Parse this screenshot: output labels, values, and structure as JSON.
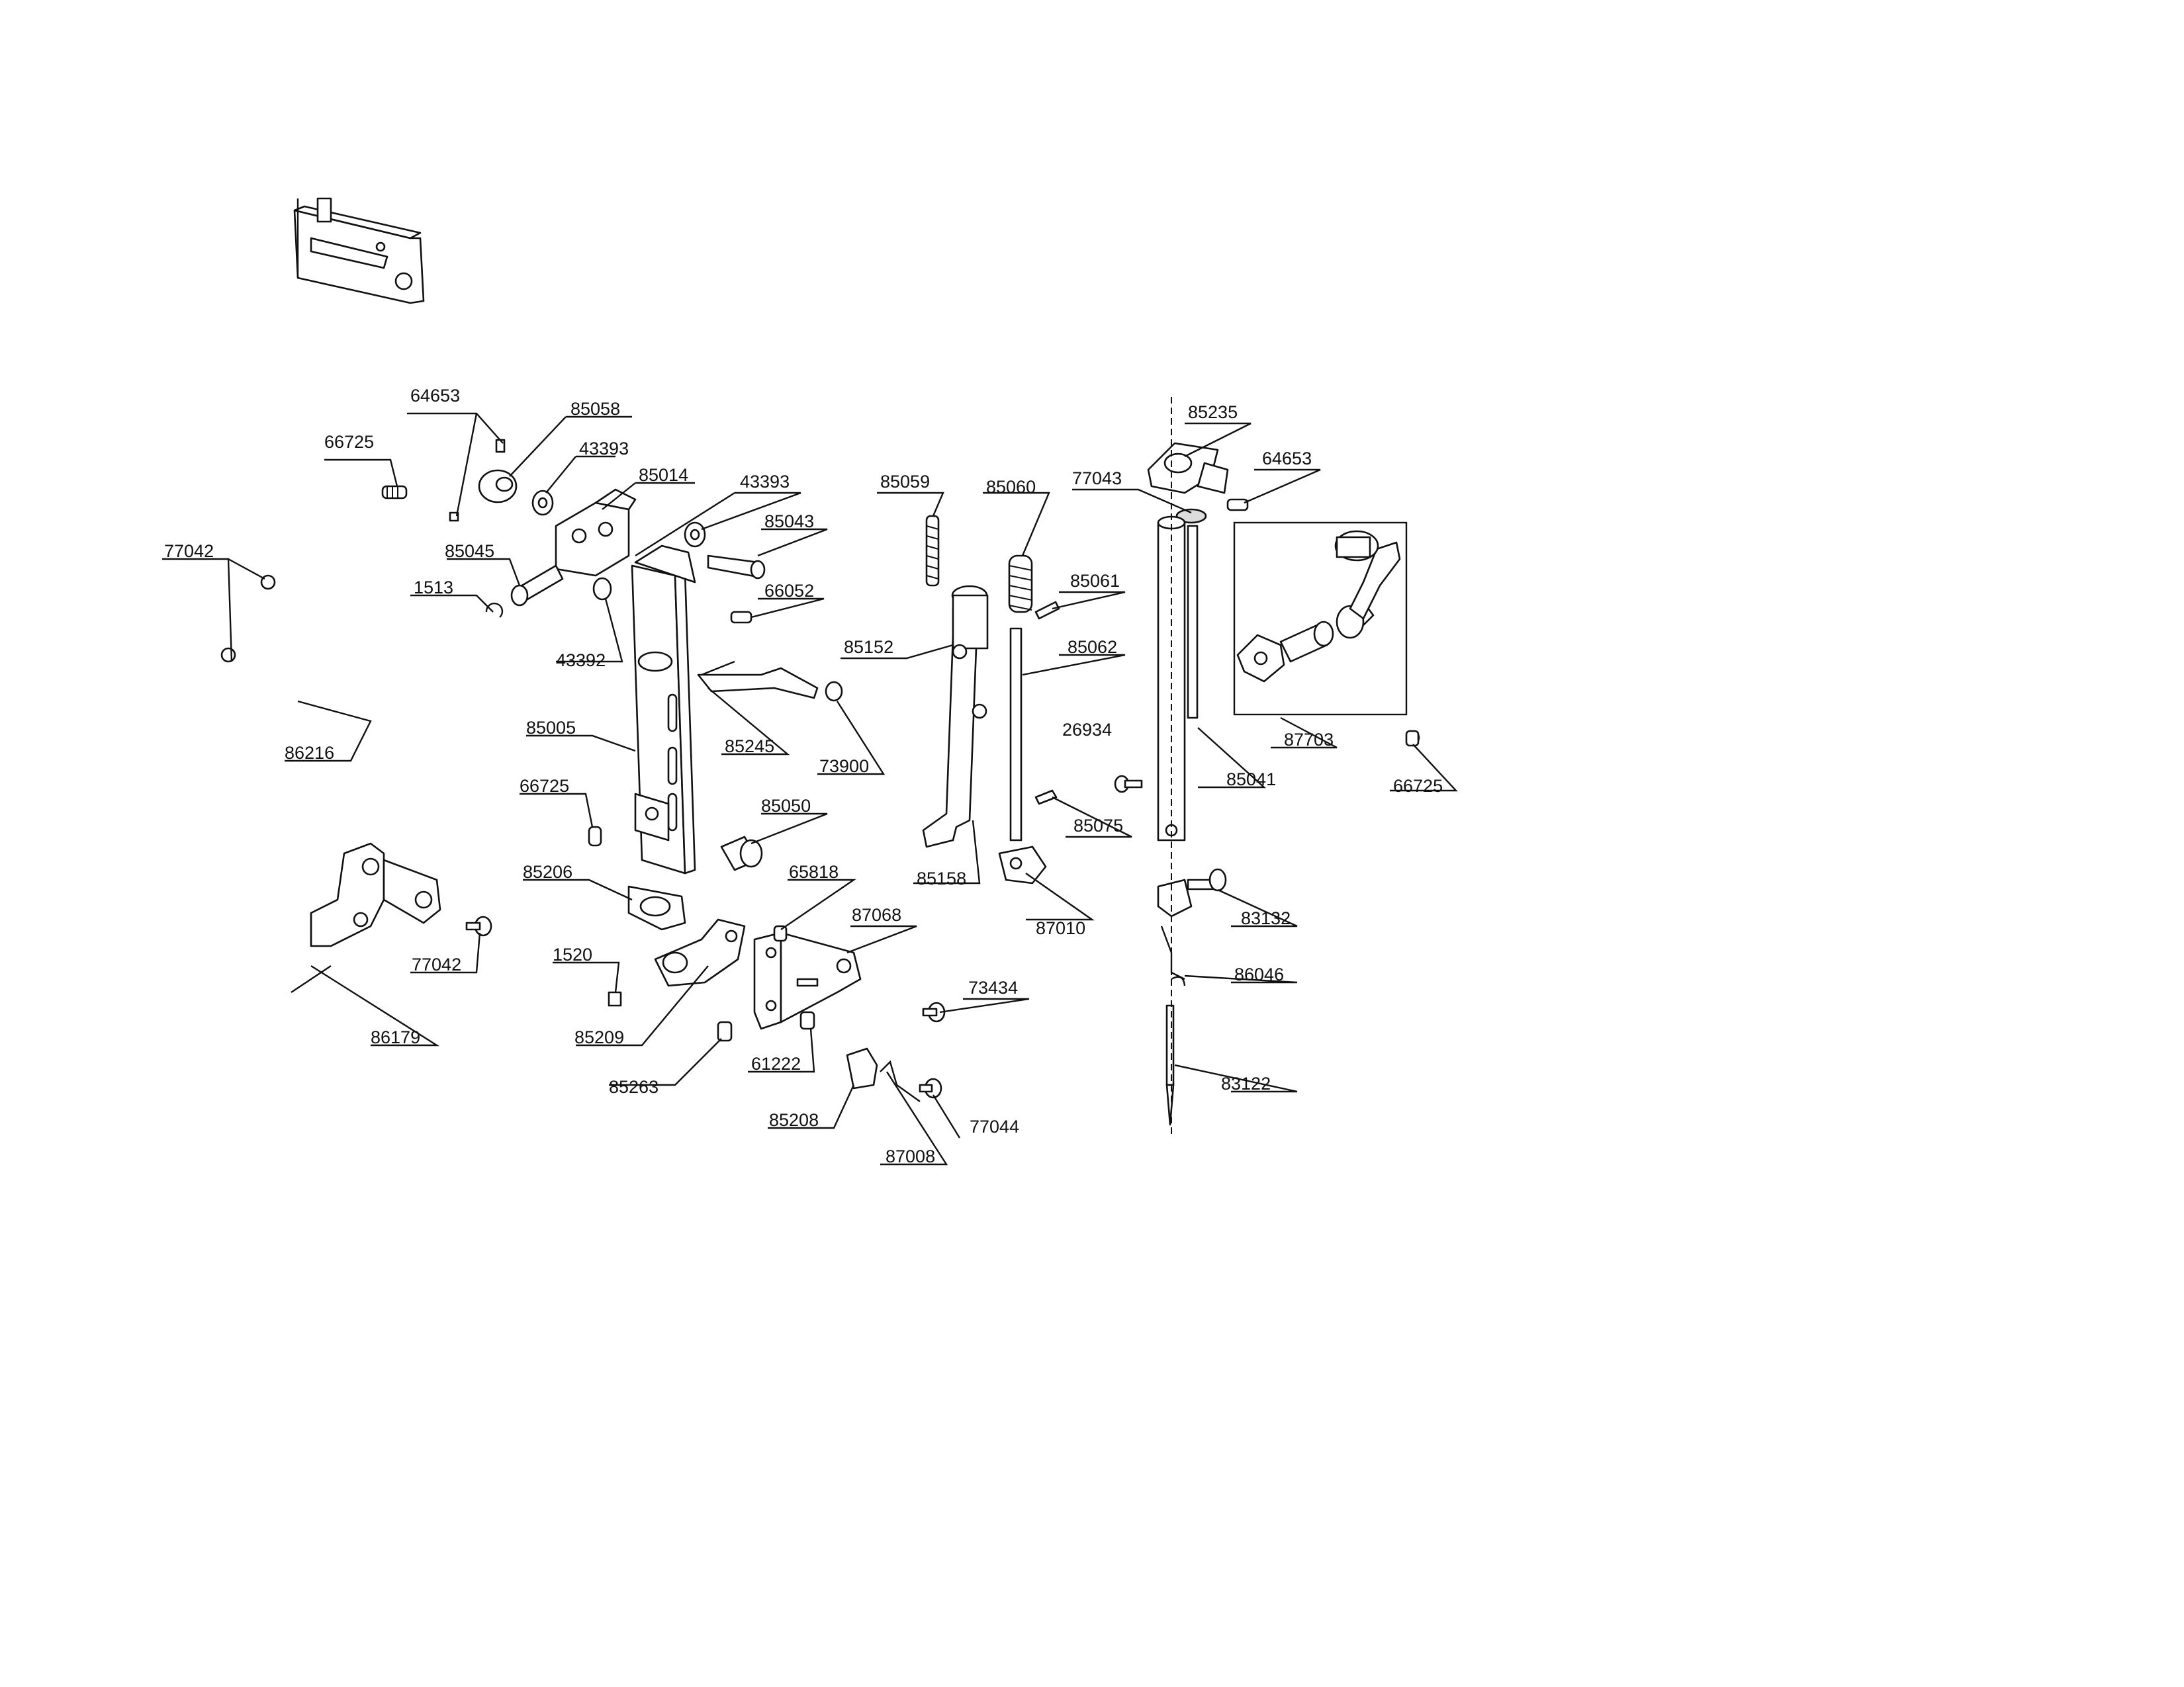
{
  "diagram": {
    "part_labels": [
      "64653",
      "85058",
      "66725",
      "43393",
      "85014",
      "43393",
      "85043",
      "77042",
      "85045",
      "1513",
      "66052",
      "43392",
      "86216",
      "85005",
      "85245",
      "73900",
      "66725",
      "85050",
      "85206",
      "86179",
      "77042",
      "1520",
      "85209",
      "85263",
      "65818",
      "87068",
      "73434",
      "61222",
      "85208",
      "87008",
      "77044",
      "85059",
      "85060",
      "85061",
      "85152",
      "85062",
      "85158",
      "85075",
      "87010",
      "85235",
      "64653",
      "77043",
      "26934",
      "85041",
      "87703",
      "66725",
      "83132",
      "86046",
      "83122"
    ]
  }
}
